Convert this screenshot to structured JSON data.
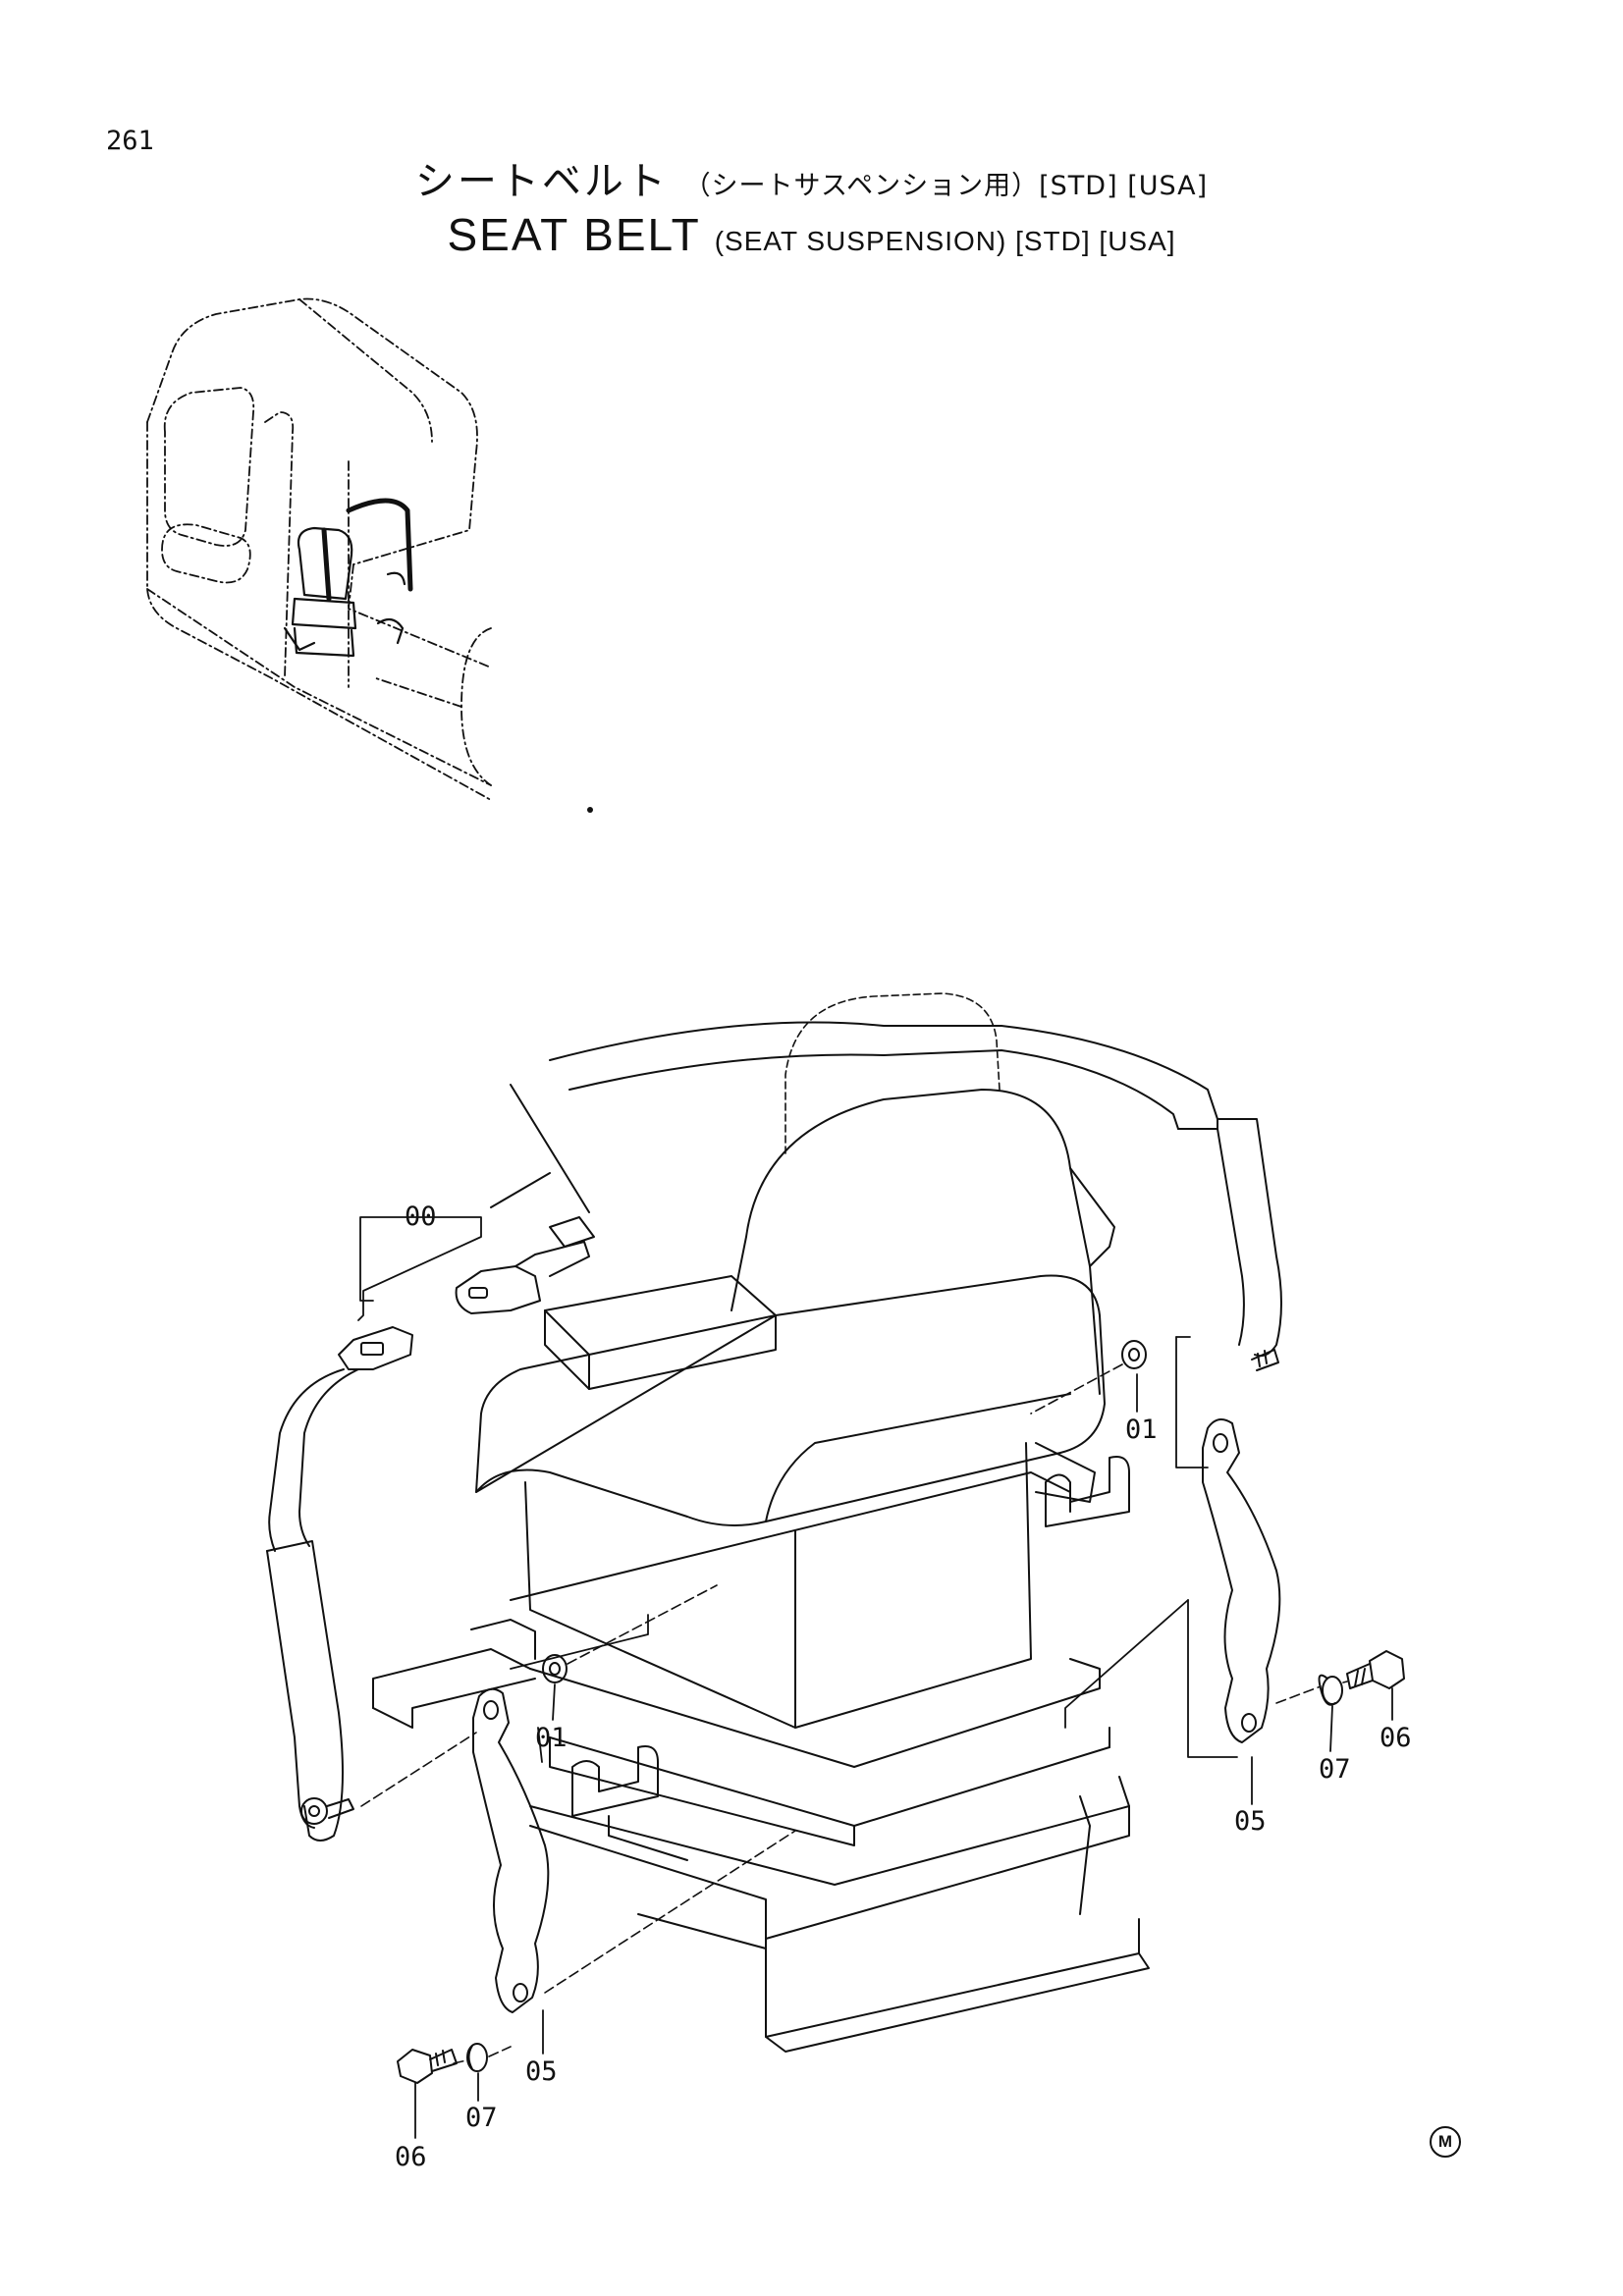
{
  "page": {
    "number": "261"
  },
  "title": {
    "jp_main": "シートベルト",
    "jp_sub": "（シートサスペンション用）[STD] [USA]",
    "en_main": "SEAT BELT",
    "en_sub": "(SEAT SUSPENSION) [STD] [USA]"
  },
  "callouts": {
    "assembly": "00",
    "spacer_right": "01",
    "spacer_left": "01",
    "bracket_right": "05",
    "bracket_left": "05",
    "bolt_right": "06",
    "bolt_left": "06",
    "washer_right": "07",
    "washer_left": "07"
  },
  "mark": {
    "logo": "M"
  }
}
